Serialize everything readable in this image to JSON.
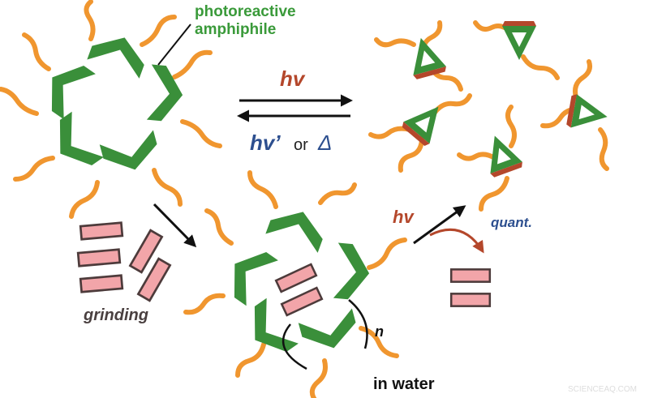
{
  "labels": {
    "amphiphile_line1": "photoreactive",
    "amphiphile_line2": "amphiphile",
    "hv": "hv",
    "hv_prime": "hv’",
    "or_word": "or",
    "delta": "Δ",
    "grinding": "grinding",
    "hv_small": "hv",
    "quant": "quant.",
    "n": "n",
    "in_water": "in water",
    "watermark": "SCIENCEAQ.COM"
  },
  "colors": {
    "green": "#3a8f3a",
    "orange": "#f0962f",
    "red_brown": "#b4472b",
    "pink": "#f2a5a9",
    "pink_border": "#4d3b3b",
    "label_green": "#3a9a3a",
    "label_red": "#b4472b",
    "label_blue": "#2d4f8f",
    "dark": "#222222"
  }
}
